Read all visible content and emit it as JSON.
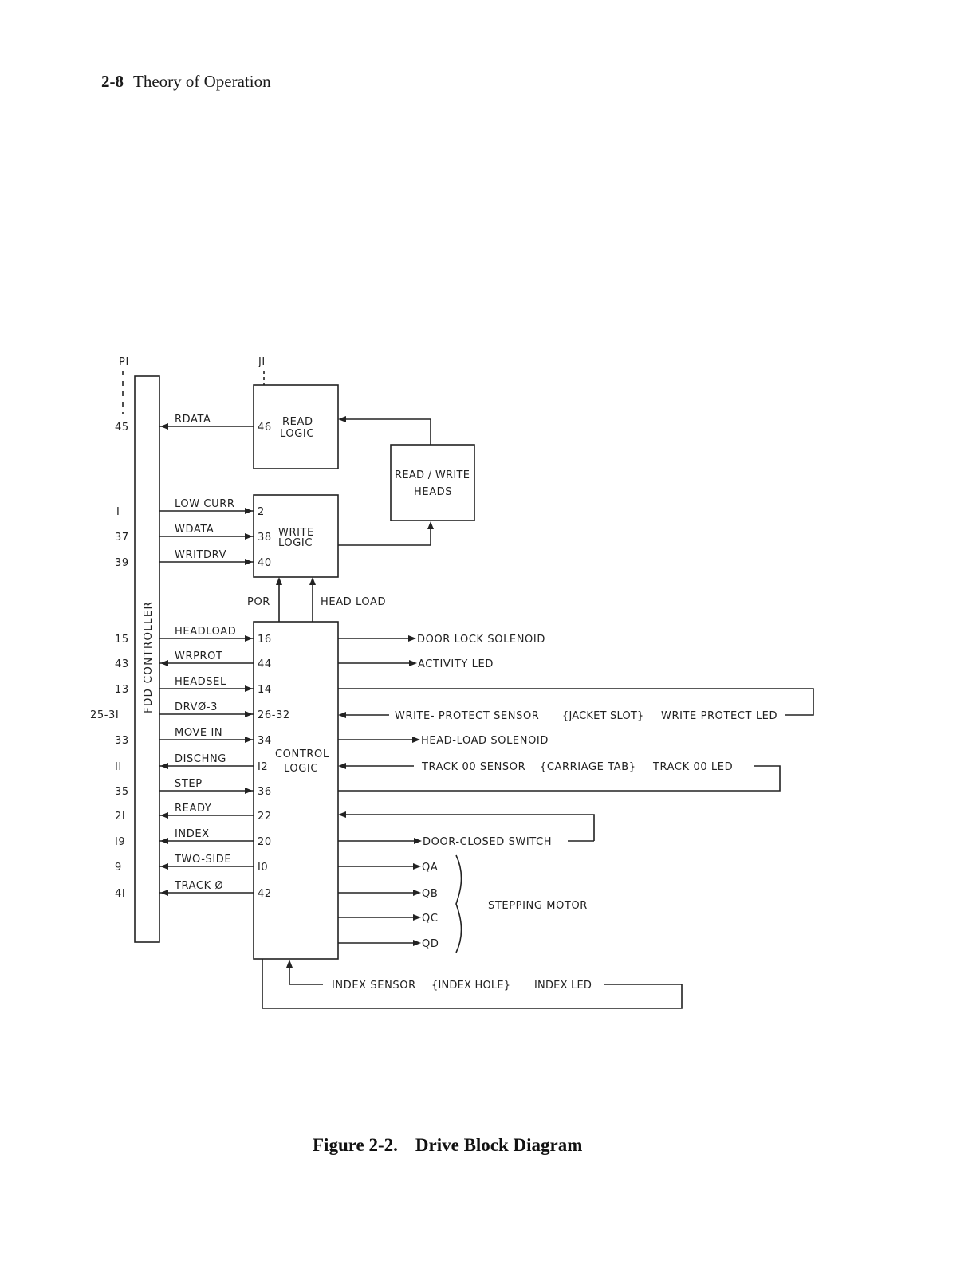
{
  "header": {
    "number": "2-8",
    "title": "Theory of Operation"
  },
  "caption": {
    "number": "Figure 2-2.",
    "title": "Drive Block Diagram"
  },
  "connectors": {
    "p1": "PI",
    "j1": "JI"
  },
  "blocks": {
    "controller": "FDD CONTROLLER",
    "read_logic_1": "READ",
    "read_logic_2": "LOGIC",
    "write_logic_1": "WRITE",
    "write_logic_2": "LOGIC",
    "heads_1": "READ / WRITE",
    "heads_2": "HEADS",
    "control_logic_1": "CONTROL",
    "control_logic_2": "LOGIC"
  },
  "signals": [
    {
      "p1_pin": "45",
      "name": "RDATA",
      "j1_pin": "46"
    },
    {
      "p1_pin": "I",
      "name": "LOW CURR",
      "j1_pin": "2"
    },
    {
      "p1_pin": "37",
      "name": "WDATA",
      "j1_pin": "38"
    },
    {
      "p1_pin": "39",
      "name": "WRITDRV",
      "j1_pin": "40"
    },
    {
      "p1_pin": "15",
      "name": "HEADLOAD",
      "j1_pin": "16"
    },
    {
      "p1_pin": "43",
      "name": "WRPROT",
      "j1_pin": "44"
    },
    {
      "p1_pin": "13",
      "name": "HEADSEL",
      "j1_pin": "14"
    },
    {
      "p1_pin": "25-3I",
      "name": "DRVØ-3",
      "j1_pin": "26-32"
    },
    {
      "p1_pin": "33",
      "name": "MOVE IN",
      "j1_pin": "34"
    },
    {
      "p1_pin": "II",
      "name": "DISCHNG",
      "j1_pin": "I2"
    },
    {
      "p1_pin": "35",
      "name": "STEP",
      "j1_pin": "36"
    },
    {
      "p1_pin": "2I",
      "name": "READY",
      "j1_pin": "22"
    },
    {
      "p1_pin": "I9",
      "name": "INDEX",
      "j1_pin": "20"
    },
    {
      "p1_pin": "9",
      "name": "TWO-SIDE",
      "j1_pin": "I0"
    },
    {
      "p1_pin": "4I",
      "name": "TRACK Ø",
      "j1_pin": "42"
    }
  ],
  "internal": {
    "por": "POR",
    "head_load": "HEAD LOAD"
  },
  "outputs": {
    "door_lock": "DOOR LOCK SOLENOID",
    "activity_led": "ACTIVITY LED",
    "write_protect": "WRITE- PROTECT SENSOR",
    "jacket_slot": "{JACKET SLOT}",
    "write_protect_led": "WRITE PROTECT LED",
    "head_load_solenoid": "HEAD-LOAD SOLENOID",
    "track00_sensor": "TRACK 00 SENSOR",
    "carriage_tab": "{CARRIAGE TAB}",
    "track00_led": "TRACK 00 LED",
    "door_closed": "DOOR-CLOSED SWITCH",
    "qa": "QA",
    "qb": "QB",
    "qc": "QC",
    "qd": "QD",
    "stepping_motor": "STEPPING MOTOR",
    "index_sensor": "INDEX SENSOR",
    "index_hole": "{INDEX HOLE}",
    "index_led": "INDEX LED"
  }
}
